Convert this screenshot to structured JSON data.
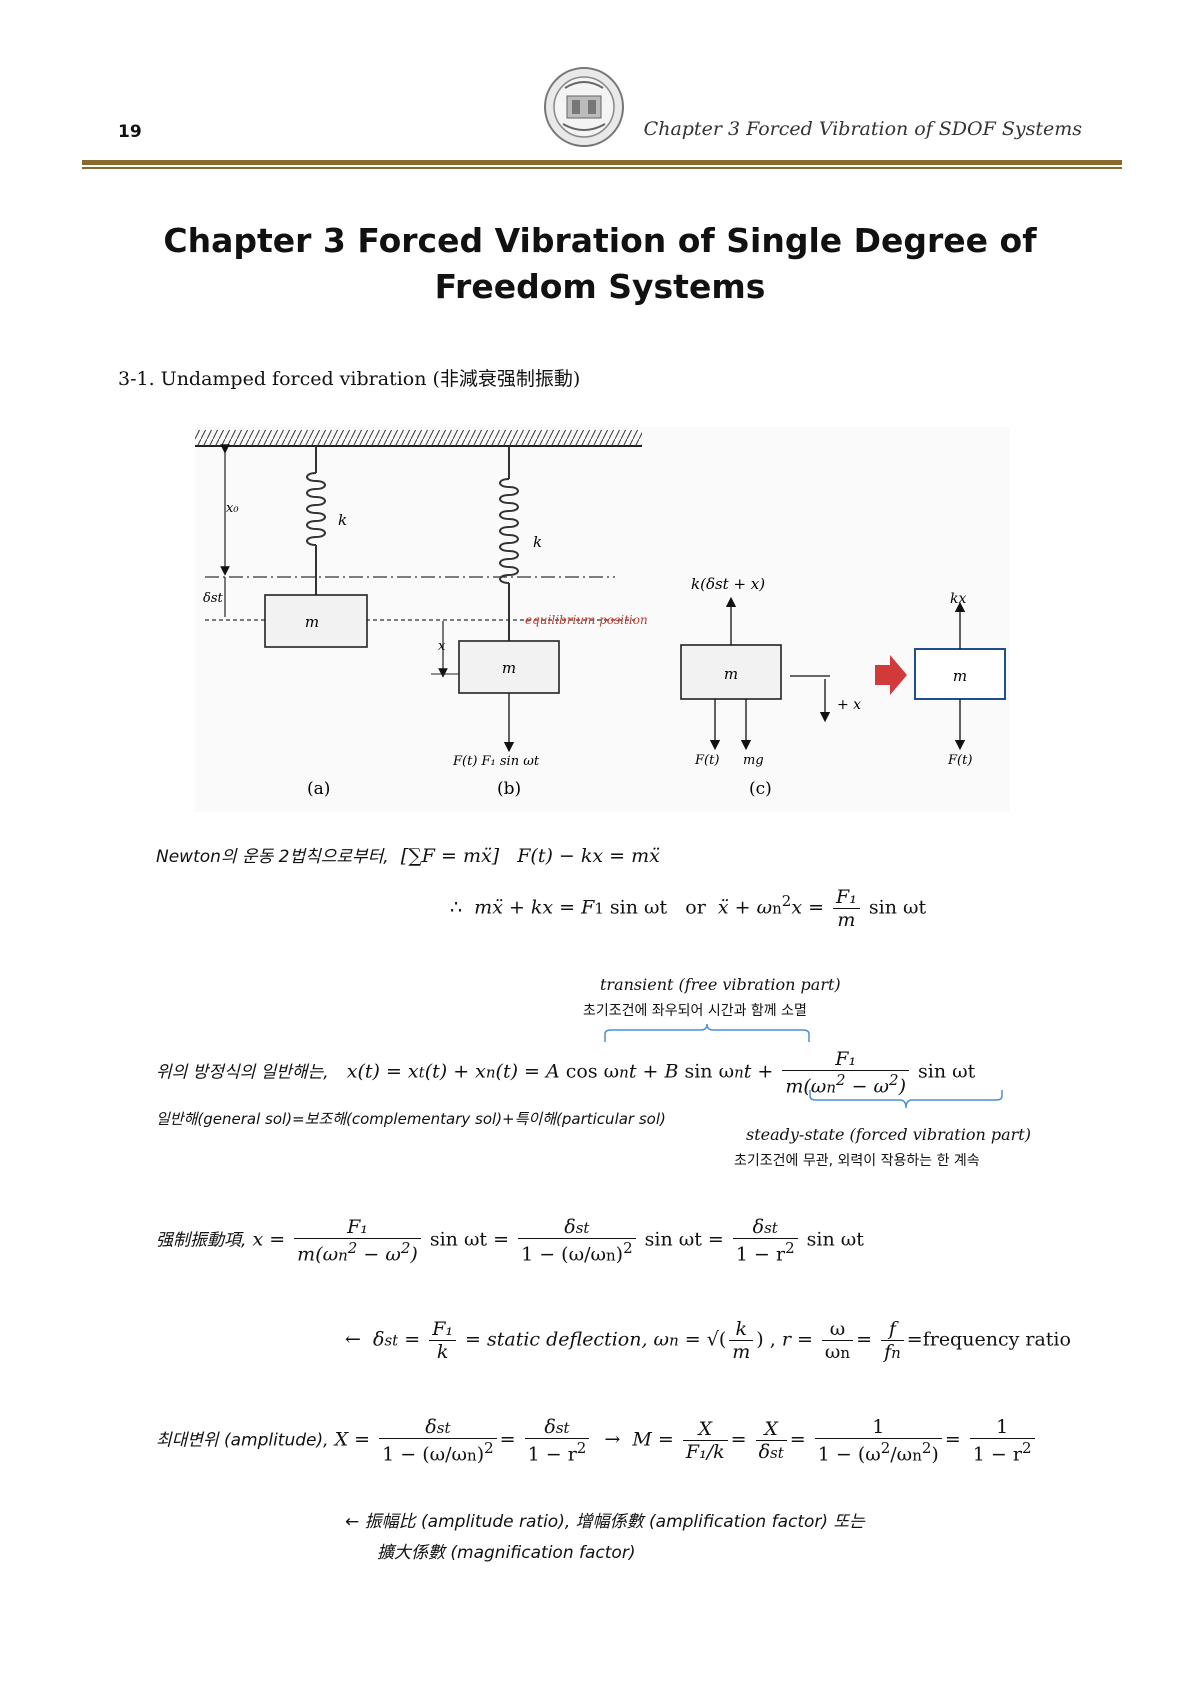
{
  "header": {
    "page_number": "19",
    "running_title": "Chapter 3 Forced Vibration of SDOF Systems"
  },
  "chapter_title": "Chapter 3 Forced Vibration of Single Degree of Freedom Systems",
  "section_heading": "3-1. Undamped forced vibration (非減衰强制振動)",
  "figure": {
    "labels": {
      "x0": "x₀",
      "k": "k",
      "delta_st": "δst",
      "m": "m",
      "x": "x",
      "equilibrium": "equilibrium position",
      "force_b": "F(t) F₁ sin ωt",
      "spring_force": "k(δst + x)",
      "plus_x": "+ x",
      "ft": "F(t)",
      "mg": "mg",
      "kx": "kx"
    },
    "captions": [
      "(a)",
      "(b)",
      "(c)"
    ],
    "colors": {
      "arrow": "#d23a3a",
      "equilibrium": "#c0392b",
      "box_c2": "#1f4e8c"
    }
  },
  "equations": {
    "newton_prefix": "Newton의 운동 2법칙으로부터,",
    "general_label": "위의 방정식의 일반해는,",
    "general_sol_note": "일반해(general sol)=보조해(complementary sol)+특이해(particular sol)",
    "transient_title": "transient (free vibration part)",
    "transient_desc": "초기조건에 좌우되어 시간과 함께 소멸",
    "steady_title": "steady-state (forced vibration part)",
    "steady_desc": "초기조건에 무관, 외력이 작용하는 한 계속",
    "forced_term": "强制振動項,",
    "static_deflection": "= static deflection,",
    "frequency_ratio": "=frequency ratio",
    "amplitude_label": "최대변위 (amplitude),",
    "ratio_note_line1": "← 振幅比 (amplitude ratio), 增幅係數 (amplification factor) 또는",
    "ratio_note_line2": "擴大係數 (magnification factor)",
    "or_word": "or"
  }
}
